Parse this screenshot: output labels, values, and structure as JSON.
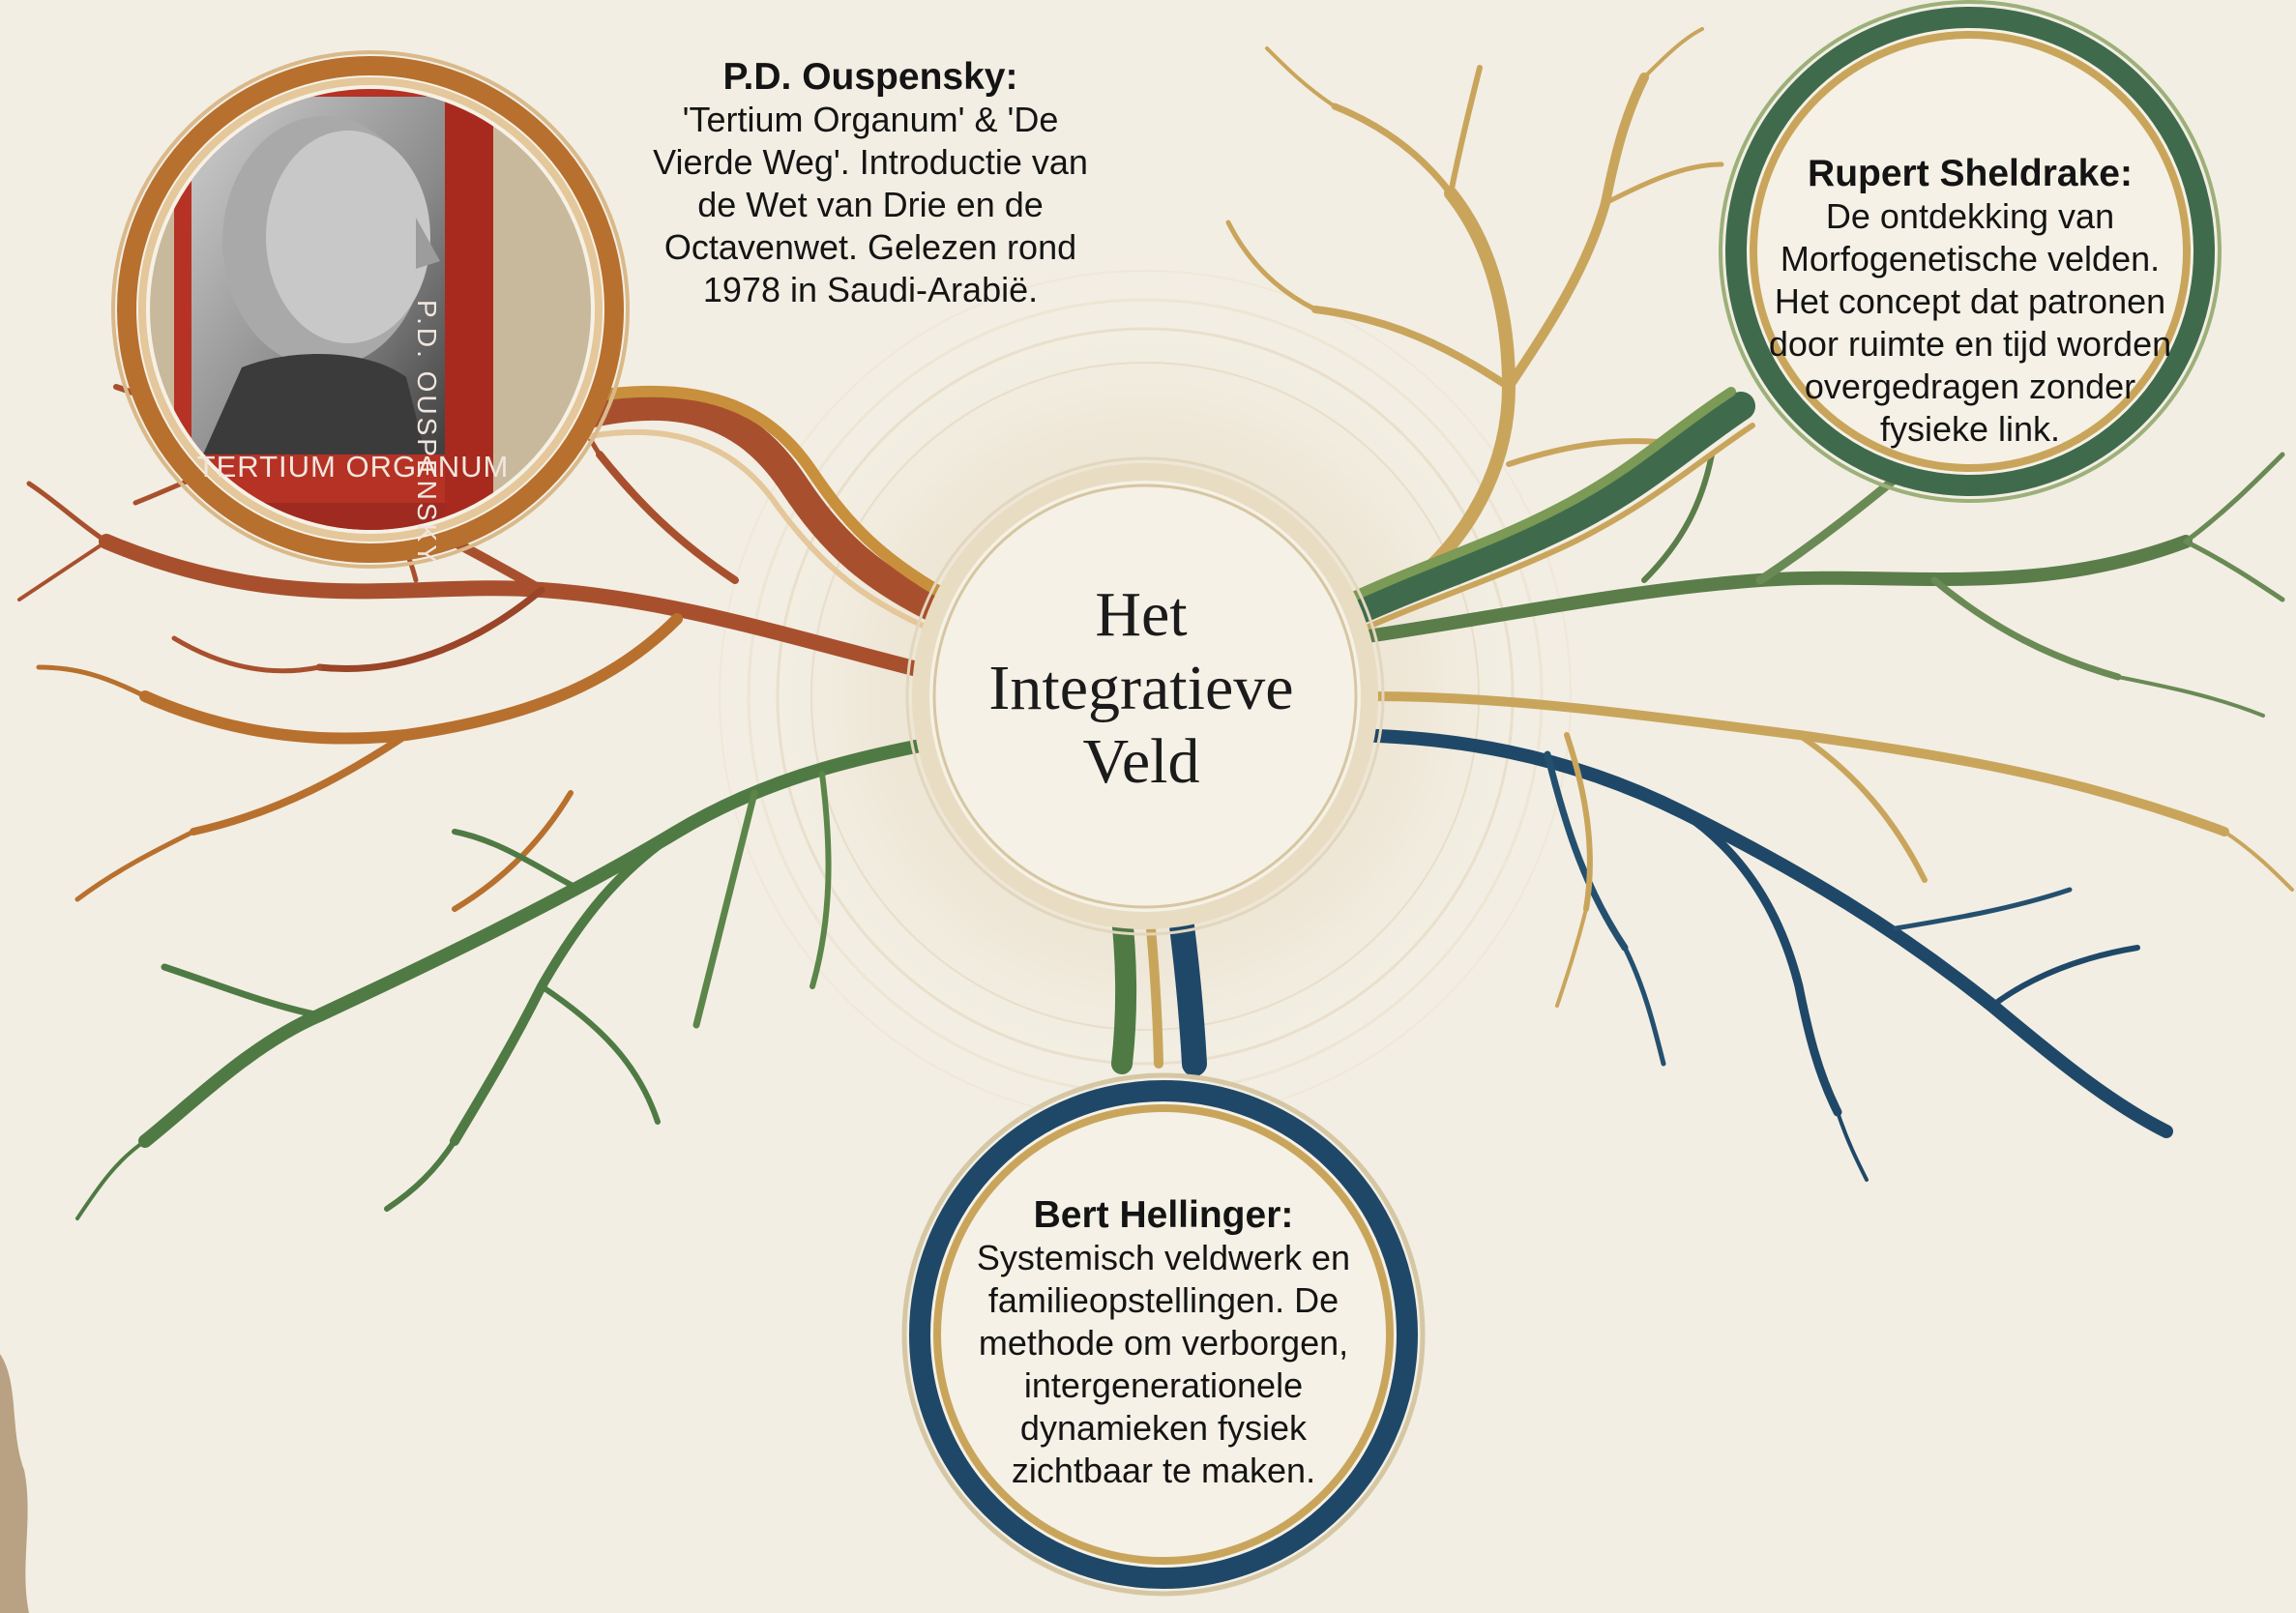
{
  "center": {
    "title": "Het\nIntegratieve\nVeld"
  },
  "nodes": [
    {
      "id": "ouspensky",
      "name": "P.D. Ouspensky:",
      "description": "'Tertium Organum' & 'De\nVierde Weg'. Introductie van\nde Wet van Drie en de\nOctavenwet. Gelezen rond\n1978 in Saudi-Arabië.",
      "accent": "#b8702e"
    },
    {
      "id": "sheldrake",
      "name": "Rupert Sheldrake:",
      "description": "De ontdekking van\nMorfogenetische velden.\nHet concept dat patronen\ndoor ruimte en tijd worden\novergedragen zonder\nfysieke link.",
      "accent": "#3f6b4c"
    },
    {
      "id": "hellinger",
      "name": "Bert Hellinger:",
      "description": "Systemisch veldwerk en\nfamilieopstellingen. De\nmethode om verborgen,\nintergenerationele\ndynamieken fysiek\nzichtbaar te maken.",
      "accent": "#1e3f5c"
    }
  ],
  "book_cover": {
    "title": "TERTIUM ORGANUM",
    "author": "P.D. OUSPENSKY",
    "icon": "portrait-photo"
  },
  "colors": {
    "background": "#f3eee3",
    "rust": "#a8502e",
    "ochre": "#c8903c",
    "gold": "#c9a55c",
    "green": "#4f7a44",
    "navy": "#1f4868",
    "cream": "#f6f1e6"
  }
}
